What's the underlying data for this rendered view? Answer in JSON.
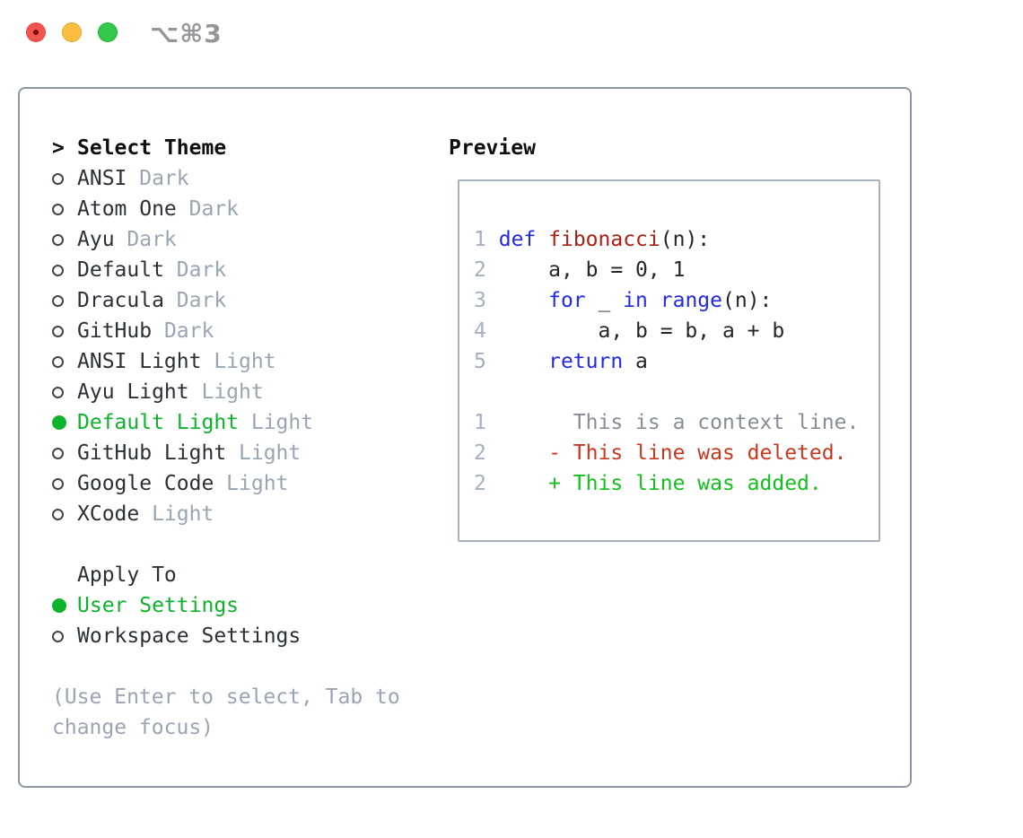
{
  "window": {
    "title": "⌥⌘3",
    "traffic_lights": [
      "close",
      "minimize",
      "zoom"
    ]
  },
  "theme_picker": {
    "header_prefix": ">",
    "header_label": "Select Theme",
    "themes": [
      {
        "name": "ANSI",
        "variant": "Dark",
        "selected": false
      },
      {
        "name": "Atom One",
        "variant": "Dark",
        "selected": false
      },
      {
        "name": "Ayu",
        "variant": "Dark",
        "selected": false
      },
      {
        "name": "Default",
        "variant": "Dark",
        "selected": false
      },
      {
        "name": "Dracula",
        "variant": "Dark",
        "selected": false
      },
      {
        "name": "GitHub",
        "variant": "Dark",
        "selected": false
      },
      {
        "name": "ANSI Light",
        "variant": "Light",
        "selected": false
      },
      {
        "name": "Ayu Light",
        "variant": "Light",
        "selected": false
      },
      {
        "name": "Default Light",
        "variant": "Light",
        "selected": true
      },
      {
        "name": "GitHub Light",
        "variant": "Light",
        "selected": false
      },
      {
        "name": "Google Code",
        "variant": "Light",
        "selected": false
      },
      {
        "name": "XCode",
        "variant": "Light",
        "selected": false
      }
    ],
    "apply_to_label": "Apply To",
    "apply_options": [
      {
        "label": "User Settings",
        "selected": true
      },
      {
        "label": "Workspace Settings",
        "selected": false
      }
    ],
    "hint": "(Use Enter to select, Tab to change focus)"
  },
  "preview": {
    "header": "Preview",
    "lines": [
      {
        "type": "code",
        "num": "1",
        "segments": [
          {
            "t": "def",
            "c": "kw"
          },
          {
            "t": " ",
            "c": "plain"
          },
          {
            "t": "fibonacci",
            "c": "fn"
          },
          {
            "t": "(n):",
            "c": "plain"
          }
        ]
      },
      {
        "type": "code",
        "num": "2",
        "segments": [
          {
            "t": "    a, b = 0, 1",
            "c": "plain"
          }
        ]
      },
      {
        "type": "code",
        "num": "3",
        "segments": [
          {
            "t": "    ",
            "c": "plain"
          },
          {
            "t": "for",
            "c": "kw"
          },
          {
            "t": " _ ",
            "c": "plain"
          },
          {
            "t": "in",
            "c": "kw"
          },
          {
            "t": " ",
            "c": "plain"
          },
          {
            "t": "range",
            "c": "kw"
          },
          {
            "t": "(n):",
            "c": "plain"
          }
        ]
      },
      {
        "type": "code",
        "num": "4",
        "segments": [
          {
            "t": "        a, b = b, a + b",
            "c": "plain"
          }
        ]
      },
      {
        "type": "code",
        "num": "5",
        "segments": [
          {
            "t": "    ",
            "c": "plain"
          },
          {
            "t": "return",
            "c": "kw"
          },
          {
            "t": " a",
            "c": "plain"
          }
        ]
      },
      {
        "type": "blank",
        "num": "",
        "segments": []
      },
      {
        "type": "context",
        "num": "1",
        "segments": [
          {
            "t": "      This is a context line.",
            "c": "ctx"
          }
        ]
      },
      {
        "type": "deleted",
        "num": "2",
        "segments": [
          {
            "t": "    - This line was deleted.",
            "c": "del"
          }
        ]
      },
      {
        "type": "added",
        "num": "2",
        "segments": [
          {
            "t": "    + This line was added.",
            "c": "add"
          }
        ]
      }
    ]
  },
  "colors": {
    "panel-border": "#8d97a5",
    "box-border": "#a9b1bc",
    "selection": "#0db32b",
    "added": "#13c01c",
    "deleted": "#c8381f",
    "keyword": "#2228ee",
    "function": "#a82115",
    "muted": "#9aa5b4",
    "line-number": "#a4afbf",
    "context": "#878d97"
  }
}
